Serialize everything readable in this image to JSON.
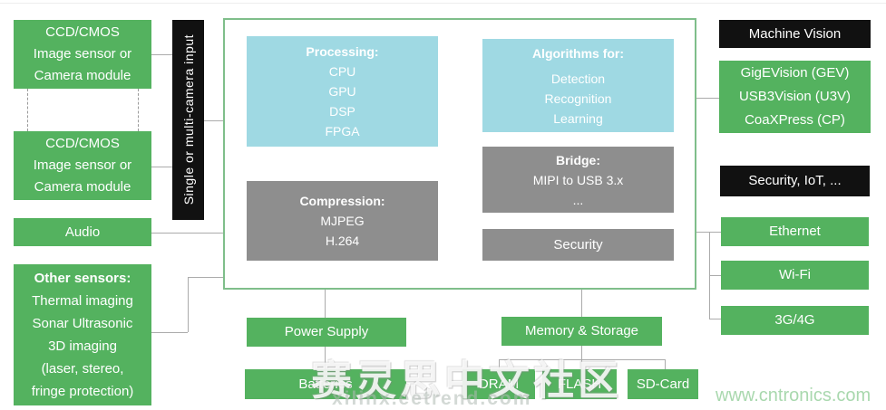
{
  "diagram": {
    "input_bar_label": "Single or multi-camera input",
    "cameras": {
      "line1": "CCD/CMOS",
      "line2": "Image sensor or",
      "line3": "Camera module"
    },
    "audio_label": "Audio",
    "other_sensors": {
      "title": "Other sensors:",
      "items": [
        "Thermal imaging",
        "Sonar Ultrasonic",
        "3D imaging",
        "(laser, stereo,",
        "fringe protection)"
      ]
    },
    "soc": {
      "processing": {
        "title": "Processing:",
        "items": [
          "CPU",
          "GPU",
          "DSP",
          "FPGA"
        ]
      },
      "algorithms": {
        "title": "Algorithms for:",
        "items": [
          "Detection",
          "Recognition",
          "Learning"
        ]
      },
      "compression": {
        "title": "Compression:",
        "items": [
          "MJPEG",
          "H.264"
        ]
      },
      "bridge": {
        "title": "Bridge:",
        "items": [
          "MIPI to USB 3.x",
          "..."
        ]
      },
      "security_label": "Security"
    },
    "right": {
      "machine_vision_label": "Machine Vision",
      "vision_standards": [
        "GigEVision (GEV)",
        "USB3Vision (U3V)",
        "CoaXPress (CP)"
      ],
      "security_iot_label": "Security, IoT, ...",
      "connectivity": [
        "Ethernet",
        "Wi-Fi",
        "3G/4G"
      ]
    },
    "bottom": {
      "power_supply_label": "Power Supply",
      "batteries_label": "Batteries",
      "memory_storage_label": "Memory & Storage",
      "memory_items": [
        "DRAM",
        "FLASH",
        "SD-Card"
      ]
    }
  },
  "watermarks": {
    "center_text": "赛灵思中文社区",
    "center_url": "xilinx.eetrend.com",
    "bottom_right_url": "www.cntronics.com"
  },
  "colors": {
    "box_green": "#54b25f",
    "box_blue": "#9fd9e3",
    "box_gray": "#8e8e8e",
    "box_black": "#111111",
    "frame_green": "#7fbe8a",
    "connector_gray": "#ababab"
  }
}
